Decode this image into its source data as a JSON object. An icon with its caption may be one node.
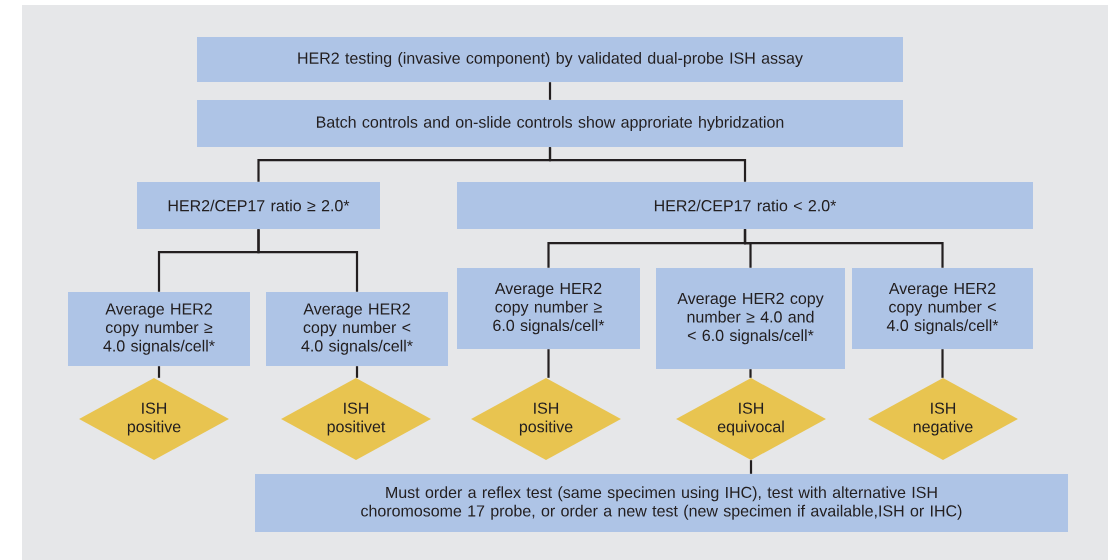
{
  "diagram": {
    "nodes": [
      {
        "text": [
          "HER2 testing (invasive component) by validated dual-probe ISH assay"
        ]
      },
      {
        "text": [
          "Batch controls and on-slide controls show approriate hybridzation"
        ]
      },
      {
        "text": [
          "HER2/CEP17 ratio ≥ 2.0*"
        ]
      },
      {
        "text": [
          "HER2/CEP17 ratio < 2.0*"
        ]
      },
      {
        "text": [
          "Average HER2 copy number ≥ 4.0 signals/cell*"
        ]
      },
      {
        "text": [
          "Average HER2 copy number < 4.0 signals/cell*"
        ]
      },
      {
        "text": [
          "Average HER2 copy number ≥ 6.0 signals/cell*"
        ]
      },
      {
        "text": [
          "Average HER2 copy number ≥ 4.0 and < 6.0 signals/cell*"
        ]
      },
      {
        "text": [
          "Average HER2 copy number < 4.0 signals/cell*"
        ]
      },
      {
        "text": [
          "ISH positive"
        ]
      },
      {
        "text": [
          "ISH positivet"
        ]
      },
      {
        "text": [
          "ISH positive"
        ]
      },
      {
        "text": [
          "ISH equivocal"
        ]
      },
      {
        "text": [
          "ISH negative"
        ]
      },
      {
        "text": [
          "Must order a reflex test (same specimen using IHC), test with alternative ISH choromosome 17 probe, or order a new test (new specimen if available,ISH or IHC)"
        ]
      }
    ],
    "edges": [
      {
        "from": 0,
        "to": 1,
        "arrow": "none"
      },
      {
        "from": 1,
        "to": 2,
        "arrow": "none"
      },
      {
        "from": 1,
        "to": 3,
        "arrow": "none"
      },
      {
        "from": 2,
        "to": 4,
        "arrow": "none"
      },
      {
        "from": 2,
        "to": 5,
        "arrow": "none"
      },
      {
        "from": 3,
        "to": 6,
        "arrow": "none"
      },
      {
        "from": 3,
        "to": 7,
        "arrow": "none"
      },
      {
        "from": 3,
        "to": 8,
        "arrow": "none"
      },
      {
        "from": 4,
        "to": 9,
        "arrow": "none"
      },
      {
        "from": 5,
        "to": 10,
        "arrow": "none"
      },
      {
        "from": 6,
        "to": 11,
        "arrow": "none"
      },
      {
        "from": 7,
        "to": 12,
        "arrow": "none"
      },
      {
        "from": 8,
        "to": 13,
        "arrow": "none"
      },
      {
        "from": 12,
        "to": 14,
        "arrow": "none"
      }
    ]
  }
}
